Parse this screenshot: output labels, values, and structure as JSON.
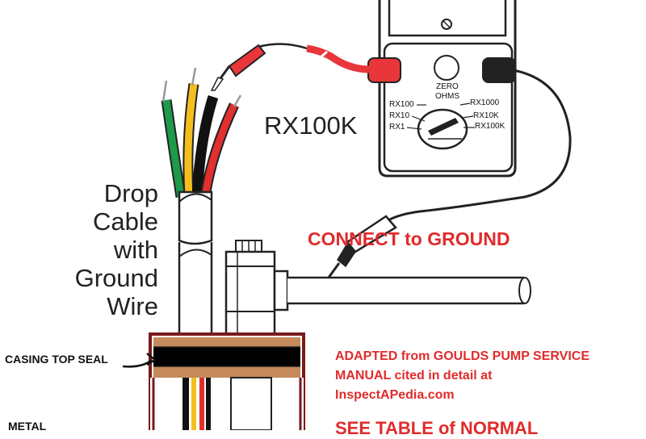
{
  "meter": {
    "zero_label": "ZERO",
    "ohms_label": "OHMS",
    "range_labels": [
      "RX100",
      "RX10",
      "RX1",
      "RX1000",
      "RX10K",
      "RX100K"
    ],
    "selected_range_label": "RX100K"
  },
  "drop_cable_label": "Drop\nCable\nwith\nGround\nWire",
  "connect_label": "CONNECT to GROUND",
  "casing_label": "CASING TOP SEAL",
  "metal_label": "METAL",
  "adapted_text": "ADAPTED from GOULDS PUMP SERVICE\nMANUAL cited in detail at\nInspectAPedia.com",
  "see_table_text": "SEE TABLE of NORMAL",
  "wire_colors": {
    "green": "#1e9a4a",
    "yellow": "#f4bf1d",
    "black": "#111111",
    "red": "#e03030"
  },
  "probe_color": "#e8363b"
}
